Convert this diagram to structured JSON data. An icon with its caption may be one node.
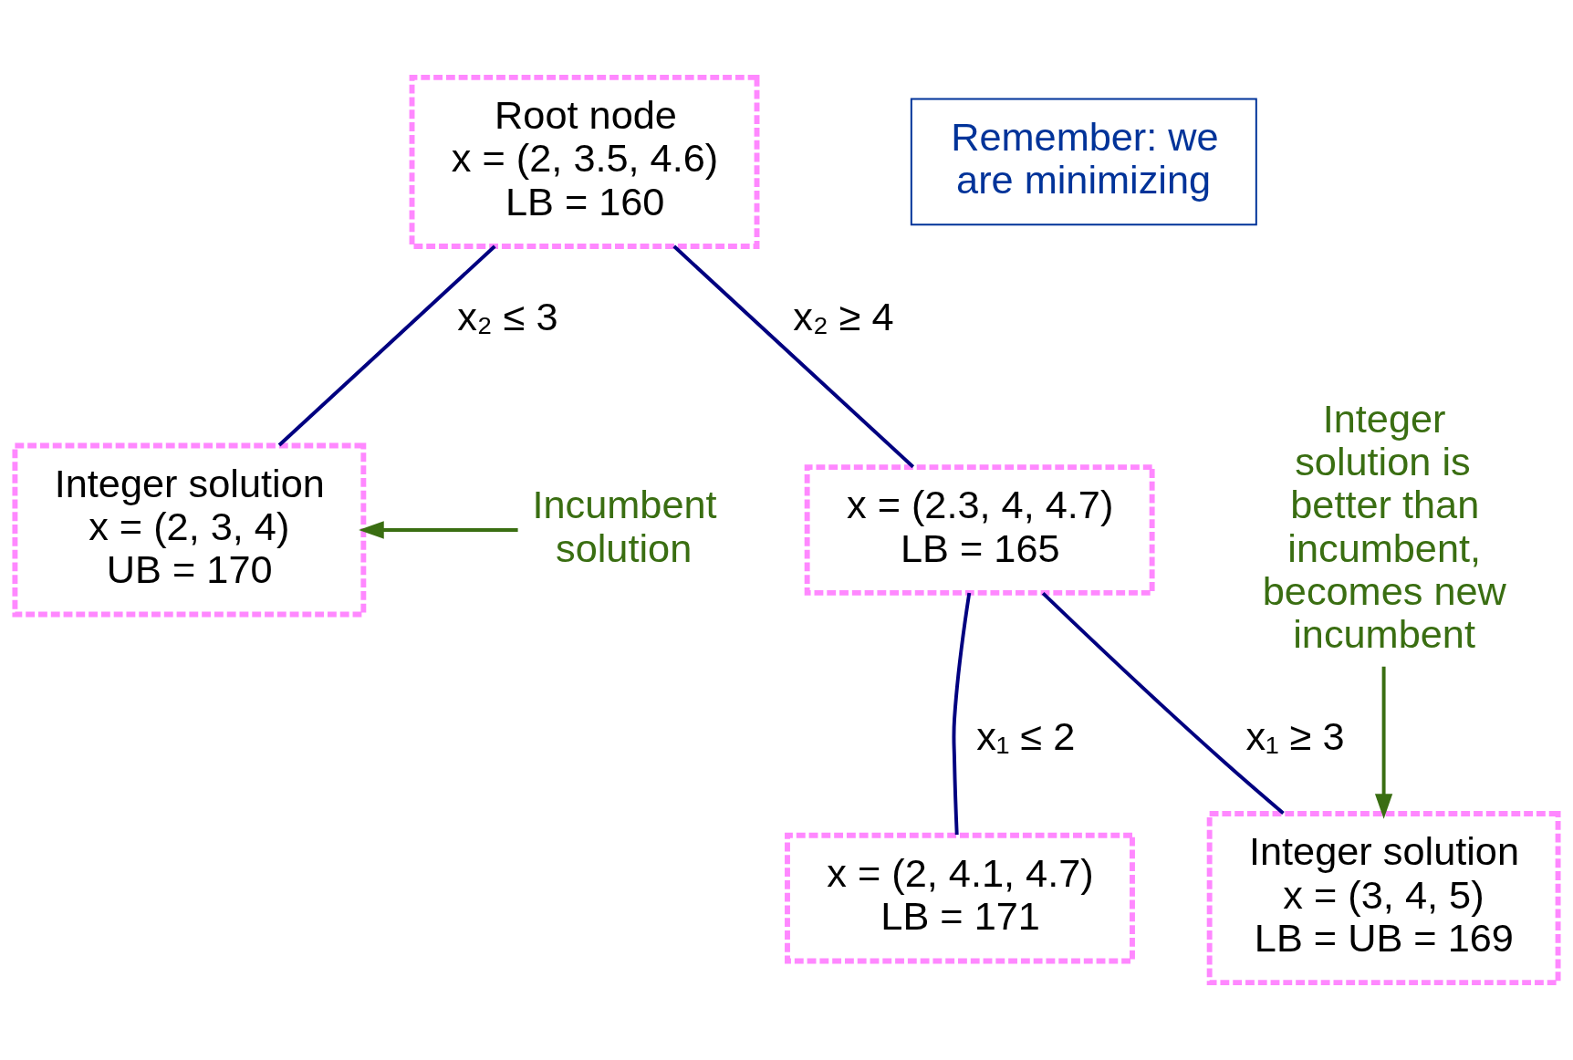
{
  "diagram": {
    "nodes": [
      {
        "text": [
          "Root node",
          "x = (2, 3.5, 4.6)",
          "LB = 160"
        ]
      },
      {
        "text": [
          "Integer solution",
          "x = (2, 3, 4)",
          "UB = 170"
        ]
      },
      {
        "text": [
          "x = (2.3, 4, 4.7)",
          "LB = 165"
        ]
      },
      {
        "text": [
          "x = (2, 4.1, 4.7)",
          "LB = 171"
        ]
      },
      {
        "text": [
          "Integer solution",
          "x = (3, 4, 5)",
          "LB = UB = 169"
        ]
      },
      {
        "text": [
          "Remember: we are minimizing"
        ]
      },
      {
        "text": [
          "Incumbent solution"
        ]
      },
      {
        "text": [
          "Integer solution is better than incumbent, becomes new incumbent"
        ]
      }
    ],
    "edges": [
      {
        "from": 0,
        "to": 1,
        "arrow": "none",
        "label": "x₂ ≤ 3"
      },
      {
        "from": 0,
        "to": 2,
        "arrow": "none",
        "label": "x₂ ≥ 4"
      },
      {
        "from": 2,
        "to": 3,
        "arrow": "none",
        "label": "x₁ ≤ 2"
      },
      {
        "from": 2,
        "to": 4,
        "arrow": "none",
        "label": "x₁ ≥ 3"
      },
      {
        "from": 6,
        "to": 1,
        "arrow": "to",
        "color": "#3a6e12"
      },
      {
        "from": 7,
        "to": 4,
        "arrow": "to",
        "color": "#3a6e12"
      }
    ]
  }
}
